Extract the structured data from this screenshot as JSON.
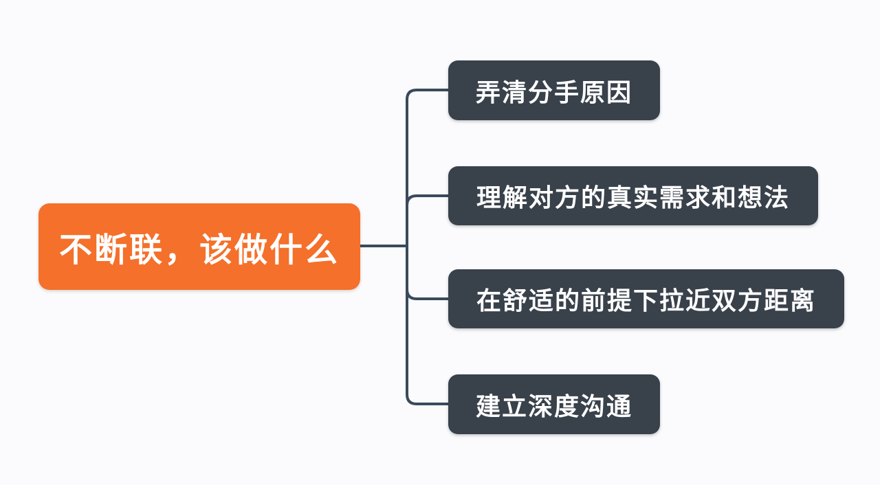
{
  "colors": {
    "background": "#FBFAFC",
    "accent-orange": "#F4702B",
    "node-dark": "#39414B",
    "connector": "#3A4A5C",
    "text-on-node": "#FFFFFF"
  },
  "mindmap": {
    "root": {
      "label": "不断联，该做什么"
    },
    "branches": [
      {
        "label": "弄清分手原因"
      },
      {
        "label": "理解对方的真实需求和想法"
      },
      {
        "label": "在舒适的前提下拉近双方距离"
      },
      {
        "label": "建立深度沟通"
      }
    ]
  }
}
